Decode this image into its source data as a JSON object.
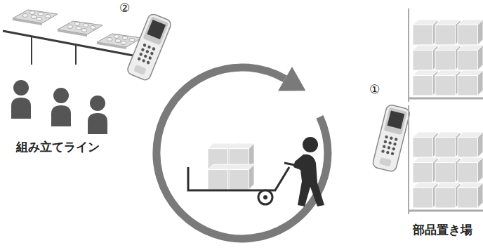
{
  "diagram": {
    "labels": [
      "②",
      "組み立てライン",
      "①",
      "部品置き場"
    ]
  }
}
